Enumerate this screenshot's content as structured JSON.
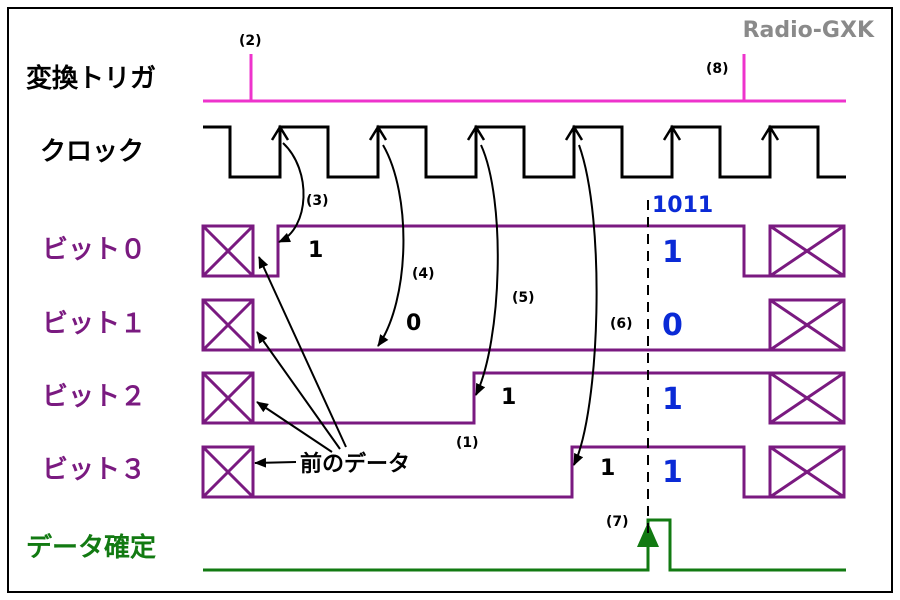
{
  "watermark": "Radio-GXK",
  "signals": {
    "trigger": "変換トリガ",
    "clock": "クロック",
    "bit0": "ビット０",
    "bit1": "ビット１",
    "bit2": "ビット２",
    "bit3": "ビット３",
    "data_ready": "データ確定"
  },
  "annotations": {
    "n1": "(1)",
    "n2": "(2)",
    "n3": "(3)",
    "n4": "(4)",
    "n5": "(5)",
    "n6": "(6)",
    "n7": "(7)",
    "n8": "(8)",
    "prev_data": "前のデータ",
    "result": "1011",
    "bit0_set": "1",
    "bit1_set": "0",
    "bit2_set": "1",
    "bit3_set": "1",
    "bit0_final": "1",
    "bit1_final": "0",
    "bit2_final": "1",
    "bit3_final": "1"
  },
  "colors": {
    "trigger": "#ee33cc",
    "bits": "#7a1a80",
    "clock": "#000000",
    "data_ready": "#127a12",
    "result": "#0a2ad6",
    "watermark": "#8a8a8a"
  }
}
